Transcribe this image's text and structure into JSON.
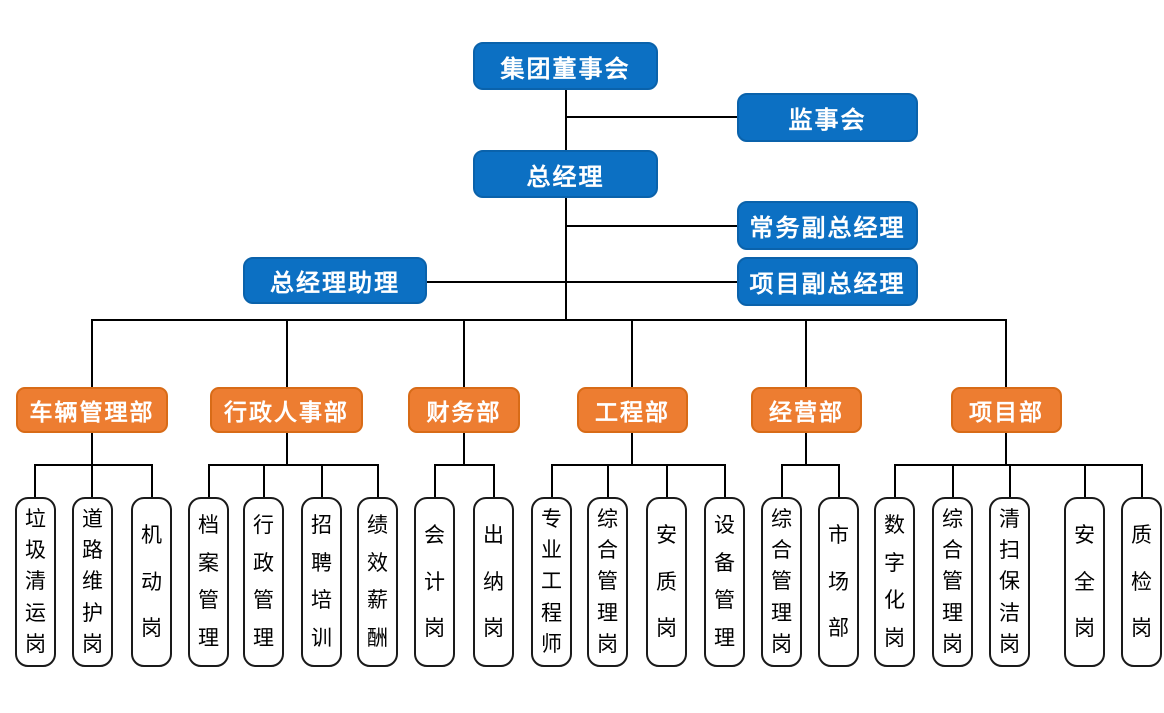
{
  "colors": {
    "background": "#FFFFFF",
    "blue": "#0C70C3",
    "blue_border": "#0A62AB",
    "orange": "#ED7D31",
    "orange_border": "#D86B17",
    "line": "#000000",
    "post_border": "#1A1A1A",
    "post_text": "#000000",
    "node_text": "#FFFFFF"
  },
  "org": {
    "board": "集团董事会",
    "supervisory": "监事会",
    "general_manager": "总经理",
    "executive_deputy_gm": "常务副总经理",
    "gm_assistant": "总经理助理",
    "project_deputy_gm": "项目副总经理",
    "departments": [
      {
        "label": "车辆管理部",
        "posts": [
          "垃圾清运岗",
          "道路维护岗",
          "机动岗"
        ]
      },
      {
        "label": "行政人事部",
        "posts": [
          "档案管理",
          "行政管理",
          "招聘培训",
          "绩效薪酬"
        ]
      },
      {
        "label": "财务部",
        "posts": [
          "会计岗",
          "出纳岗"
        ]
      },
      {
        "label": "工程部",
        "posts": [
          "专业工程师",
          "综合管理岗",
          "安质岗",
          "设备管理"
        ]
      },
      {
        "label": "经营部",
        "posts": [
          "综合管理岗",
          "市场部"
        ]
      },
      {
        "label": "项目部",
        "posts": [
          "数字化岗",
          "综合管理岗",
          "清扫保洁岗",
          "安全岗",
          "质检岗"
        ]
      }
    ]
  }
}
